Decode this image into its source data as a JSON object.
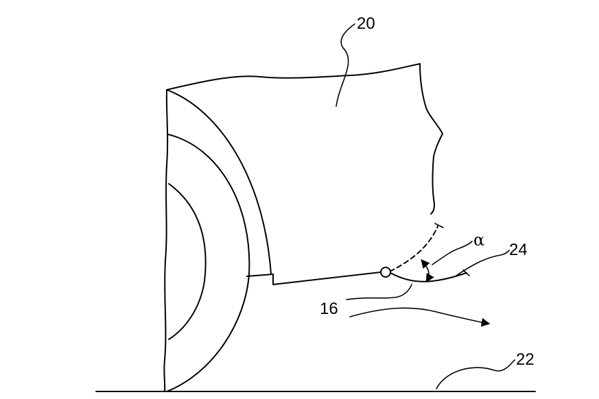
{
  "labels": {
    "body": "20",
    "ground": "22",
    "flap": "24",
    "pivot": "16",
    "angle": "α"
  },
  "colors": {
    "line": "#000000",
    "background": "#ffffff"
  }
}
